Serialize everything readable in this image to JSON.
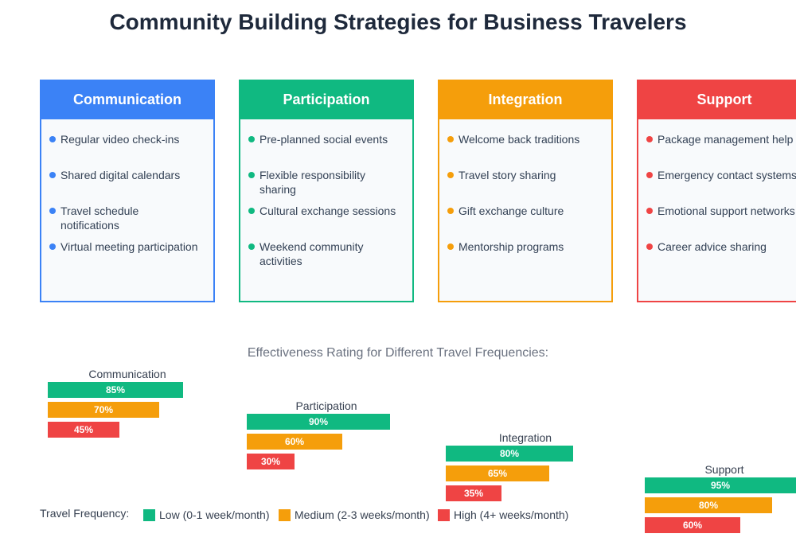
{
  "title": "Community Building Strategies for Business Travelers",
  "colors": {
    "communication": "#3b82f6",
    "participation": "#10b981",
    "integration": "#f59e0b",
    "support": "#ef4444",
    "low": "#10b981",
    "medium": "#f59e0b",
    "high": "#ef4444"
  },
  "cards": [
    {
      "header": "Communication",
      "items": [
        "Regular video check-ins",
        "Shared digital calendars",
        "Travel schedule notifications",
        "Virtual meeting participation"
      ]
    },
    {
      "header": "Participation",
      "items": [
        "Pre-planned social events",
        "Flexible responsibility sharing",
        "Cultural exchange sessions",
        "Weekend community activities"
      ]
    },
    {
      "header": "Integration",
      "items": [
        "Welcome back traditions",
        "Travel story sharing",
        "Gift exchange culture",
        "Mentorship programs"
      ]
    },
    {
      "header": "Support",
      "items": [
        "Package management help",
        "Emergency contact systems",
        "Emotional support networks",
        "Career advice sharing"
      ]
    }
  ],
  "effectiveness": {
    "section_title": "Effectiveness Rating for Different Travel Frequencies:",
    "groups": [
      {
        "label": "Communication",
        "values": [
          85,
          70,
          45
        ],
        "value_labels": [
          "85%",
          "70%",
          "45%"
        ]
      },
      {
        "label": "Participation",
        "values": [
          90,
          60,
          30
        ],
        "value_labels": [
          "90%",
          "60%",
          "30%"
        ]
      },
      {
        "label": "Integration",
        "values": [
          80,
          65,
          35
        ],
        "value_labels": [
          "80%",
          "65%",
          "35%"
        ]
      },
      {
        "label": "Support",
        "values": [
          95,
          80,
          60
        ],
        "value_labels": [
          "95%",
          "80%",
          "60%"
        ]
      }
    ]
  },
  "legend": {
    "label": "Travel Frequency:",
    "items": [
      "Low (0-1 week/month)",
      "Medium (2-3 weeks/month)",
      "High (4+ weeks/month)"
    ]
  }
}
